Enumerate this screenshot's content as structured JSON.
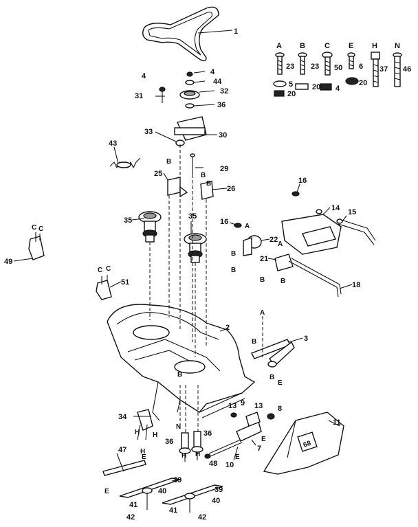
{
  "labels": {
    "p1": "1",
    "p2": "2",
    "p3": "3",
    "p4a": "4",
    "p4b": "4",
    "p4c": "4",
    "p5": "5",
    "p6": "6",
    "p7": "7",
    "p8": "8",
    "p9": "9",
    "p10": "10",
    "p11": "11",
    "p13a": "13",
    "p13b": "13",
    "p14": "14",
    "p15": "15",
    "p16a": "16",
    "p16b": "16",
    "p18": "18",
    "p20a": "20",
    "p20b": "20",
    "p20c": "20",
    "p21": "21",
    "p22": "22",
    "p23a": "23",
    "p23b": "23",
    "p25": "25",
    "p26": "26",
    "p29": "29",
    "p30": "30",
    "p31": "31",
    "p32": "32",
    "p33": "33",
    "p34": "34",
    "p35a": "35",
    "p35b": "35",
    "p36a": "36",
    "p36b": "36",
    "p36c": "36",
    "p37": "37",
    "p39a": "39",
    "p39b": "39",
    "p40a": "40",
    "p40b": "40",
    "p41a": "41",
    "p41b": "41",
    "p42a": "42",
    "p42b": "42",
    "p43": "43",
    "p44": "44",
    "p46": "46",
    "p47": "47",
    "p48": "48",
    "p49": "49",
    "p50": "50",
    "p51": "51"
  },
  "letters": {
    "A": "A",
    "B": "B",
    "C": "C",
    "E": "E",
    "H": "H",
    "N": "N"
  }
}
